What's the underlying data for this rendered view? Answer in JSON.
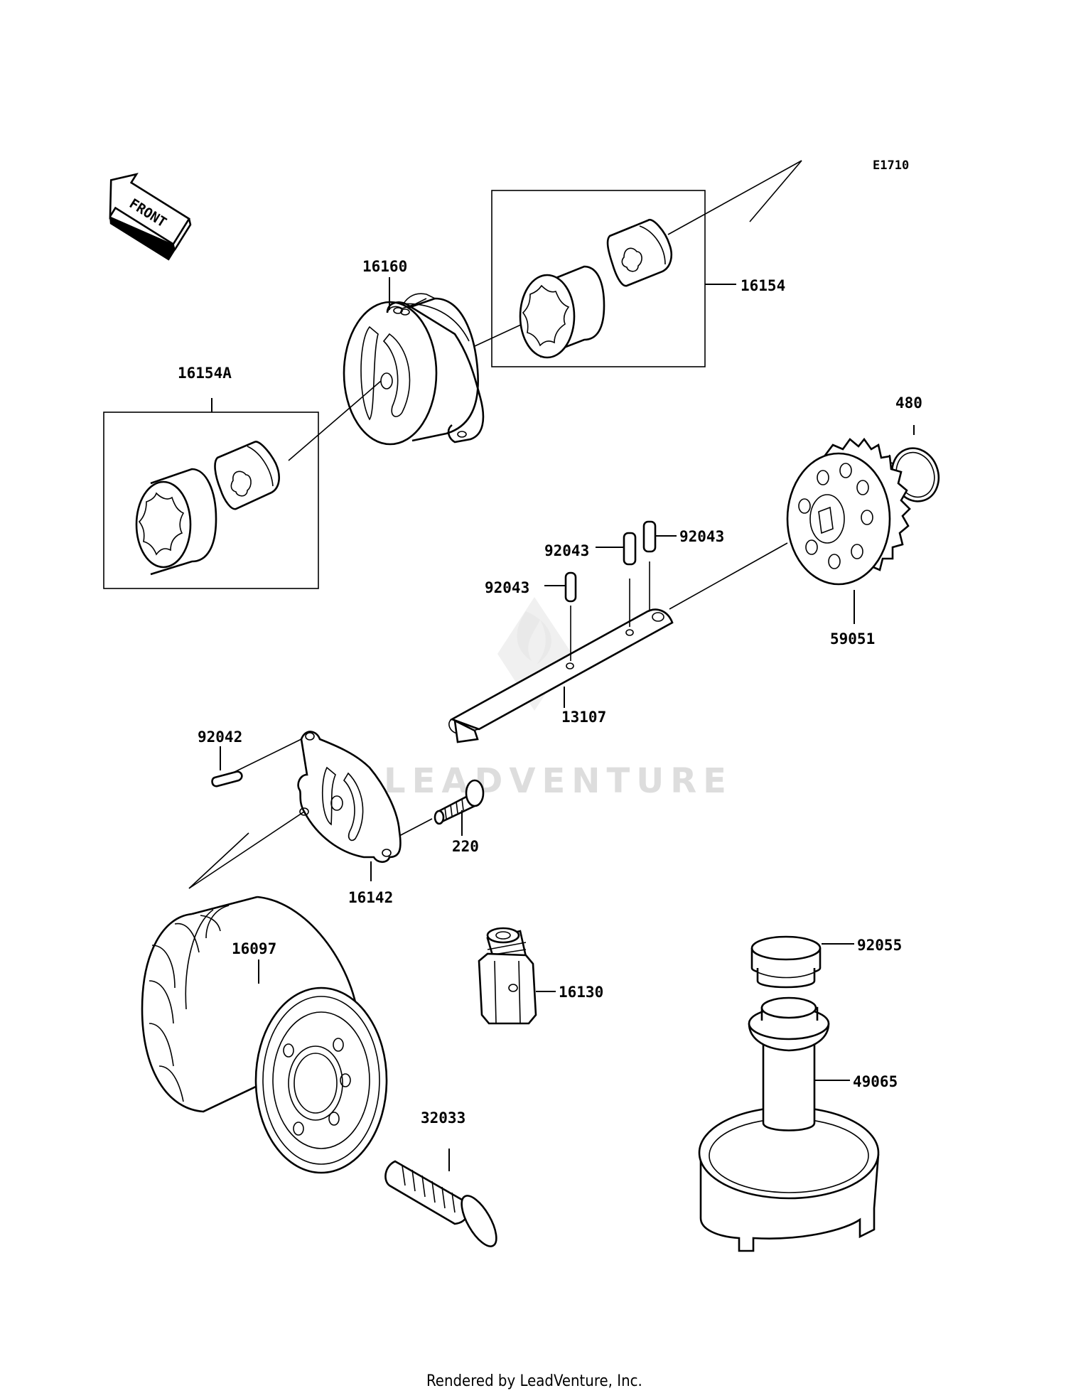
{
  "diagram": {
    "code": "E1710",
    "front_label": "FRONT",
    "watermark": "LEADVENTURE",
    "footer": "Rendered by LeadVenture, Inc."
  },
  "parts": [
    {
      "id": "16160"
    },
    {
      "id": "16154"
    },
    {
      "id": "16154A"
    },
    {
      "id": "480"
    },
    {
      "id": "92043a",
      "text": "92043"
    },
    {
      "id": "92043b",
      "text": "92043"
    },
    {
      "id": "92043c",
      "text": "92043"
    },
    {
      "id": "59051"
    },
    {
      "id": "13107"
    },
    {
      "id": "92042"
    },
    {
      "id": "220"
    },
    {
      "id": "16142"
    },
    {
      "id": "16097"
    },
    {
      "id": "16130"
    },
    {
      "id": "92055"
    },
    {
      "id": "49065"
    },
    {
      "id": "32033"
    }
  ],
  "labels": {
    "p16160": "16160",
    "p16154": "16154",
    "p16154A": "16154A",
    "p480": "480",
    "p92043a": "92043",
    "p92043b": "92043",
    "p92043c": "92043",
    "p59051": "59051",
    "p13107": "13107",
    "p92042": "92042",
    "p220": "220",
    "p16142": "16142",
    "p16097": "16097",
    "p16130": "16130",
    "p92055": "92055",
    "p49065": "49065",
    "p32033": "32033"
  }
}
